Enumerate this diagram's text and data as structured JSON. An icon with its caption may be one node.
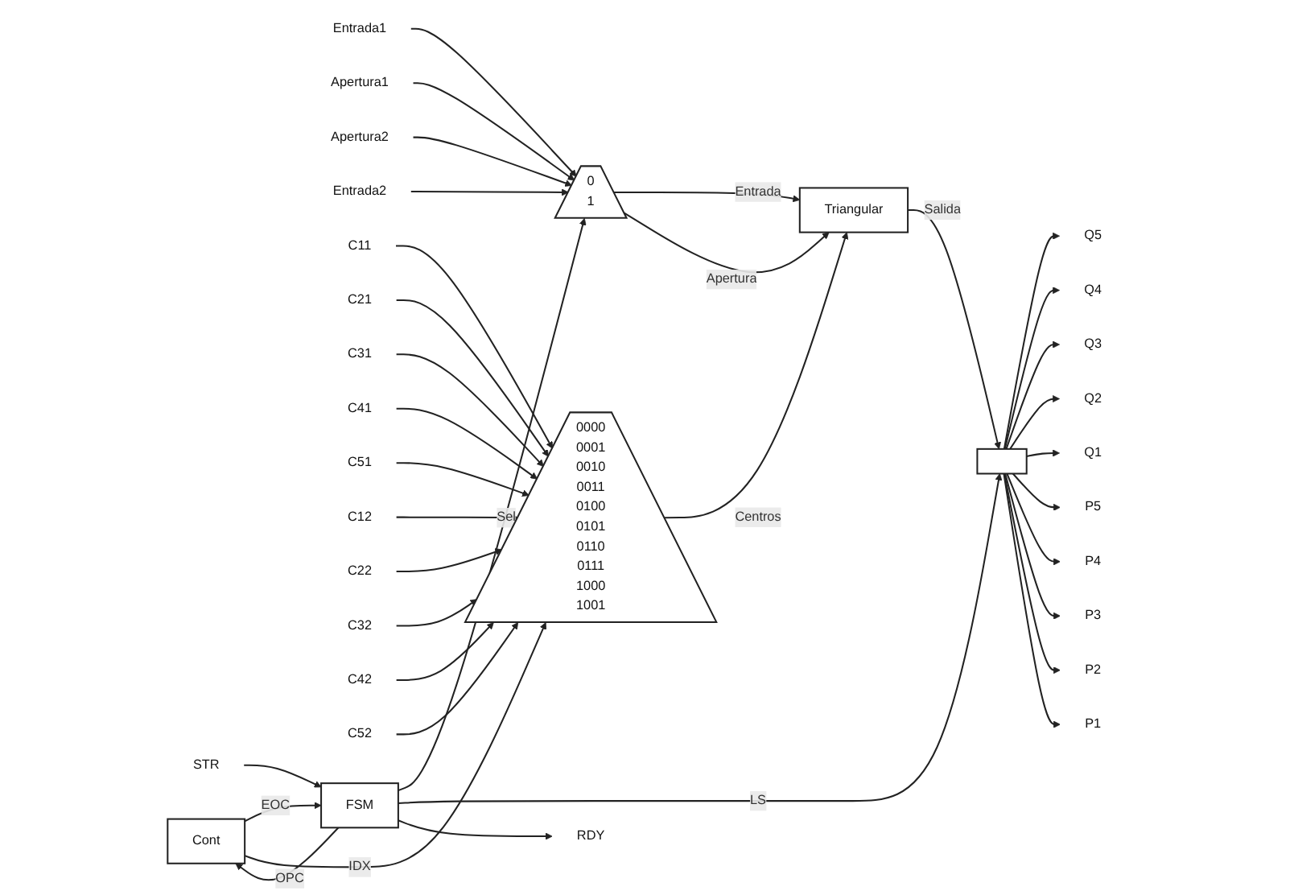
{
  "diagram": {
    "nodes": [
      {
        "text": [
          "Entrada1"
        ]
      },
      {
        "text": [
          "Apertura1"
        ]
      },
      {
        "text": [
          "Apertura2"
        ]
      },
      {
        "text": [
          "Entrada2"
        ]
      },
      {
        "text": [
          "0",
          "1"
        ]
      },
      {
        "text": [
          "C11"
        ]
      },
      {
        "text": [
          "C21"
        ]
      },
      {
        "text": [
          "C31"
        ]
      },
      {
        "text": [
          "C41"
        ]
      },
      {
        "text": [
          "C51"
        ]
      },
      {
        "text": [
          "C12"
        ]
      },
      {
        "text": [
          "C22"
        ]
      },
      {
        "text": [
          "C32"
        ]
      },
      {
        "text": [
          "C42"
        ]
      },
      {
        "text": [
          "C52"
        ]
      },
      {
        "text": [
          "0000",
          "0001",
          "0010",
          "0011",
          "0100",
          "0101",
          "0110",
          "0111",
          "1000",
          "1001"
        ]
      },
      {
        "text": [
          "Triangular"
        ]
      },
      {
        "text": [],
        "shape": "box"
      },
      {
        "text": [
          "Q5"
        ]
      },
      {
        "text": [
          "Q4"
        ]
      },
      {
        "text": [
          "Q3"
        ]
      },
      {
        "text": [
          "Q2"
        ]
      },
      {
        "text": [
          "Q1"
        ]
      },
      {
        "text": [
          "P5"
        ]
      },
      {
        "text": [
          "P4"
        ]
      },
      {
        "text": [
          "P3"
        ]
      },
      {
        "text": [
          "P2"
        ]
      },
      {
        "text": [
          "P1"
        ]
      },
      {
        "text": [
          "Cont"
        ]
      },
      {
        "text": [
          "FSM"
        ]
      },
      {
        "text": [
          "RDY"
        ]
      },
      {
        "text": [
          "STR"
        ]
      }
    ],
    "edges": [
      {
        "from": 0,
        "to": 4,
        "arrow": "to"
      },
      {
        "from": 1,
        "to": 4,
        "arrow": "to"
      },
      {
        "from": 2,
        "to": 4,
        "arrow": "to"
      },
      {
        "from": 3,
        "to": 4,
        "arrow": "to"
      },
      {
        "from": 4,
        "to": 16,
        "arrow": "to",
        "label": "Entrada"
      },
      {
        "from": 4,
        "to": 16,
        "arrow": "to",
        "label": "Apertura"
      },
      {
        "from": 5,
        "to": 15,
        "arrow": "to"
      },
      {
        "from": 6,
        "to": 15,
        "arrow": "to"
      },
      {
        "from": 7,
        "to": 15,
        "arrow": "to"
      },
      {
        "from": 8,
        "to": 15,
        "arrow": "to"
      },
      {
        "from": 9,
        "to": 15,
        "arrow": "to"
      },
      {
        "from": 10,
        "to": 15,
        "arrow": "to"
      },
      {
        "from": 11,
        "to": 15,
        "arrow": "to"
      },
      {
        "from": 12,
        "to": 15,
        "arrow": "to"
      },
      {
        "from": 13,
        "to": 15,
        "arrow": "to"
      },
      {
        "from": 14,
        "to": 15,
        "arrow": "to"
      },
      {
        "from": 15,
        "to": 16,
        "arrow": "to",
        "label": "Centros"
      },
      {
        "from": 16,
        "to": 17,
        "arrow": "to",
        "label": "Salida"
      },
      {
        "from": 17,
        "to": 18,
        "arrow": "to"
      },
      {
        "from": 17,
        "to": 19,
        "arrow": "to"
      },
      {
        "from": 17,
        "to": 20,
        "arrow": "to"
      },
      {
        "from": 17,
        "to": 21,
        "arrow": "to"
      },
      {
        "from": 17,
        "to": 22,
        "arrow": "to"
      },
      {
        "from": 17,
        "to": 23,
        "arrow": "to"
      },
      {
        "from": 17,
        "to": 24,
        "arrow": "to"
      },
      {
        "from": 17,
        "to": 25,
        "arrow": "to"
      },
      {
        "from": 17,
        "to": 26,
        "arrow": "to"
      },
      {
        "from": 17,
        "to": 27,
        "arrow": "to"
      },
      {
        "from": 29,
        "to": 4,
        "arrow": "to",
        "label": "Sel"
      },
      {
        "from": 29,
        "to": 17,
        "arrow": "to",
        "label": "LS"
      },
      {
        "from": 28,
        "to": 29,
        "arrow": "to",
        "label": "EOC"
      },
      {
        "from": 29,
        "to": 28,
        "arrow": "to",
        "label": "OPC"
      },
      {
        "from": 28,
        "to": 15,
        "arrow": "to",
        "label": "IDX"
      },
      {
        "from": 29,
        "to": 30,
        "arrow": "to"
      },
      {
        "from": 31,
        "to": 29,
        "arrow": "to"
      }
    ]
  }
}
